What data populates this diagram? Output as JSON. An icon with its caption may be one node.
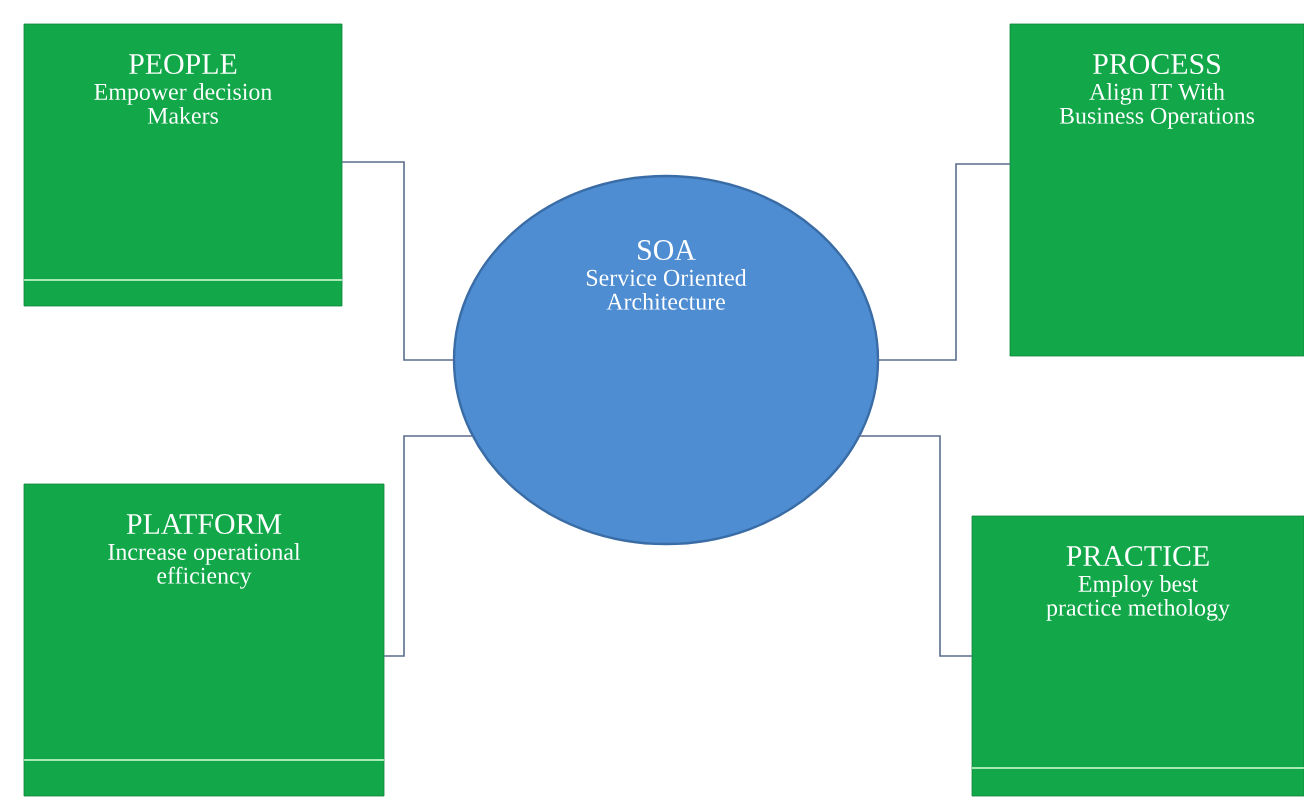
{
  "diagram": {
    "nodes": [
      {
        "text": [
          "PEOPLE",
          "Empower decision Makers"
        ]
      },
      {
        "text": [
          "PROCESS",
          "Align IT With Business Operations"
        ]
      },
      {
        "text": [
          "SOA",
          "Service Oriented Architecture"
        ]
      },
      {
        "text": [
          "PLATFORM",
          "Increase operational efficiency"
        ]
      },
      {
        "text": [
          "PRACTICE",
          "Employ best practice methology"
        ]
      }
    ],
    "edges": [
      {
        "from": 2,
        "to": 0,
        "arrow": "none"
      },
      {
        "from": 2,
        "to": 1,
        "arrow": "none"
      },
      {
        "from": 2,
        "to": 3,
        "arrow": "none"
      },
      {
        "from": 2,
        "to": 4,
        "arrow": "none"
      }
    ]
  }
}
